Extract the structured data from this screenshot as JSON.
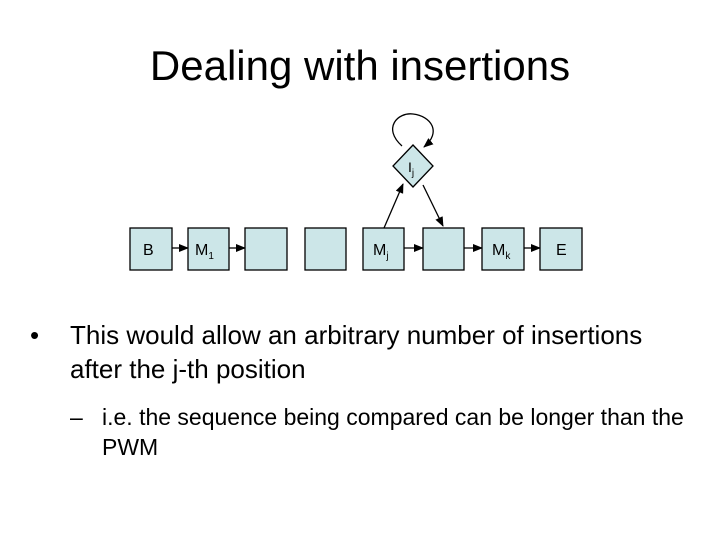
{
  "title": "Dealing with insertions",
  "diagram": {
    "fill": "#cce6e8",
    "stroke": "#000000",
    "nodes": [
      {
        "name": "B",
        "sub": ""
      },
      {
        "name": "M",
        "sub": "1"
      },
      {
        "name": "",
        "sub": ""
      },
      {
        "name": "",
        "sub": ""
      },
      {
        "name": "M",
        "sub": "j"
      },
      {
        "name": "",
        "sub": ""
      },
      {
        "name": "M",
        "sub": "k"
      },
      {
        "name": "E",
        "sub": ""
      }
    ],
    "insert_node": {
      "name": "I",
      "sub": "j"
    }
  },
  "bullets": {
    "main_marker": "•",
    "main_text": "This would allow an arbitrary number of insertions after the j-th position",
    "sub_marker": "–",
    "sub_text": "i.e. the sequence being compared can be longer than the PWM"
  }
}
